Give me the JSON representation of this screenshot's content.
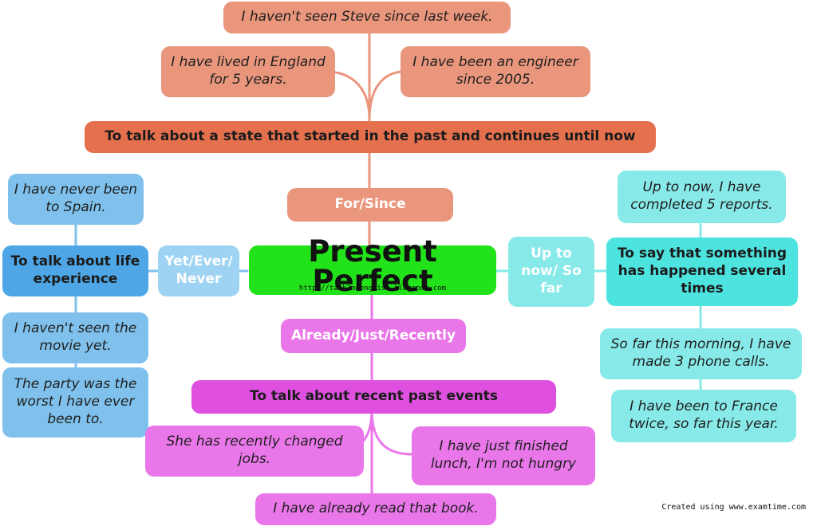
{
  "center": {
    "title": "Present Perfect",
    "url": "http://talk2meenglish.blogspot.com"
  },
  "top": {
    "link": "For/Since",
    "heading": "To talk about a state that started in the past and continues until now",
    "examples": [
      "I haven't seen Steve since last week.",
      "I have lived in England for 5 years.",
      "I have been an engineer since 2005."
    ]
  },
  "left": {
    "link": "Yet/Ever/ Never",
    "heading": "To talk about life experience",
    "examples": [
      "I have never been to Spain.",
      "I haven't seen the movie yet.",
      "The party was the worst I have ever been to."
    ]
  },
  "right": {
    "link": "Up to now/ So far",
    "heading": "To say that something has happened several times",
    "examples": [
      "Up to now, I have completed 5 reports.",
      "So far this morning, I have made 3 phone calls.",
      "I have been to France twice, so far this year."
    ]
  },
  "bottom": {
    "link": "Already/Just/Recently",
    "heading": "To talk about recent past events",
    "examples": [
      "She has recently changed jobs.",
      "I have just finished lunch, I'm not hungry",
      "I have already read that book."
    ]
  },
  "colors": {
    "orange_light": "#e9967c",
    "orange_dark": "#e5704e",
    "blue_light": "#7fc1ec",
    "blue_dark": "#4ea6e6",
    "cyan_light": "#87e9e8",
    "cyan_dark": "#4de3df",
    "magenta_light": "#ea77ea",
    "magenta_dark": "#e050e0",
    "center_green": "#22e21a"
  },
  "credit": "Created using www.examtime.com"
}
